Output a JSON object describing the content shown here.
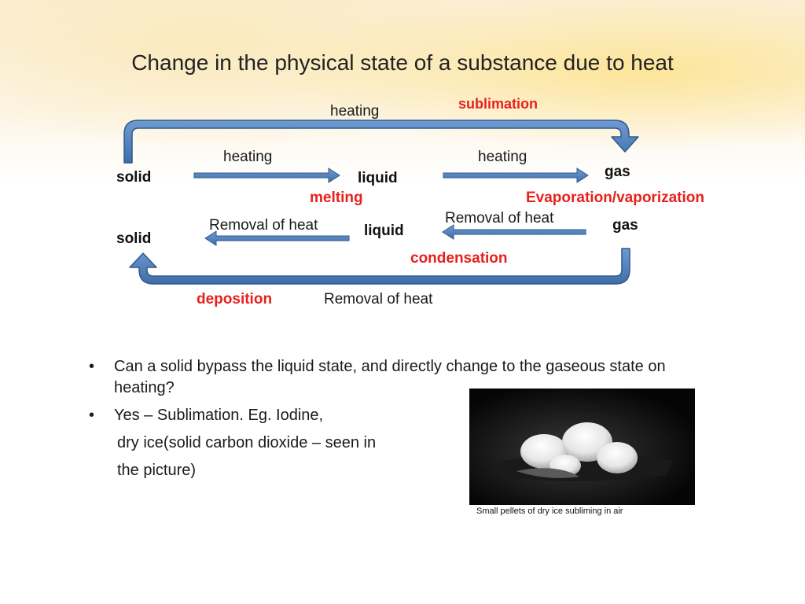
{
  "slide": {
    "title": "Change in the physical state of a substance due to heat"
  },
  "diagram": {
    "top_heating": "heating",
    "sublimation": "sublimation",
    "row1": {
      "solid": "solid",
      "heating_left": "heating",
      "liquid": "liquid",
      "heating_right": "heating",
      "gas": "gas",
      "melting": "melting",
      "evaporation": "Evaporation/vaporization"
    },
    "row2": {
      "removal_left": "Removal of heat",
      "removal_right": "Removal of heat",
      "gas": "gas",
      "liquid": "liquid",
      "solid": "solid",
      "condensation": "condensation"
    },
    "deposition": "deposition",
    "bottom_removal": "Removal of heat"
  },
  "bullets": {
    "item1": "Can a solid bypass the liquid state, and directly change to the gaseous state on heating?",
    "item2": "Yes – Sublimation. Eg. Iodine,",
    "item2_line2": "dry ice(solid carbon dioxide – seen in",
    "item2_line3": "the picture)"
  },
  "photo": {
    "caption": "Small pellets of dry ice subliming in air"
  },
  "colors": {
    "arrow_fill": "#4f81bd",
    "arrow_stroke": "#2e5a8a",
    "process_red": "#e8201c"
  }
}
